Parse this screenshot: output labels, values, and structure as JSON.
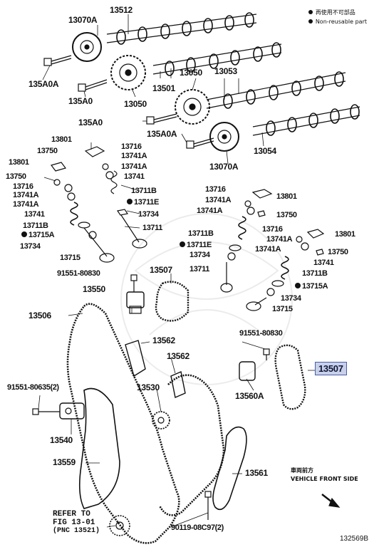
{
  "legend": {
    "jp": "再使用不可部品",
    "en": "Non-reusable part"
  },
  "labels": {
    "p13070A_top": "13070A",
    "p13512": "13512",
    "p135A0A_left": "135A0A",
    "p135A0": "135A0",
    "p13050_left": "13050",
    "p13501": "13501",
    "p13050_right": "13050",
    "p13053": "13053",
    "p135A0_mid": "135A0",
    "p135A0A_mid": "135A0A",
    "p13054": "13054",
    "p13070A_mid": "13070A",
    "p13801_a": "13801",
    "p13750_a": "13750",
    "p13716_a": "13716",
    "p13741A_a1": "13741A",
    "p13741A_a2": "13741A",
    "p13801_b": "13801",
    "p13750_b": "13750",
    "p13741_a": "13741",
    "p13716_b": "13716",
    "p13741A_b1": "13741A",
    "p13741A_b2": "13741A",
    "p13711B_a": "13711B",
    "p13741_b": "13741",
    "p13711E_a": "13711E",
    "p13711B_b": "13711B",
    "p13734_a": "13734",
    "p13715A_a": "13715A",
    "p13711_a": "13711",
    "p13734_b": "13734",
    "p13715_a": "13715",
    "p13716_c": "13716",
    "p13741A_c1": "13741A",
    "p13801_c": "13801",
    "p13741A_c2": "13741A",
    "p13750_c": "13750",
    "p13711B_c": "13711B",
    "p13716_d": "13716",
    "p13801_d": "13801",
    "p13711E_b": "13711E",
    "p13741A_d1": "13741A",
    "p13741A_d2": "13741A",
    "p13734_c": "13734",
    "p13750_d": "13750",
    "p13741_c": "13741",
    "p13711_b": "13711",
    "p13711B_d": "13711B",
    "p13715A_b": "13715A",
    "p13734_d": "13734",
    "p13715_b": "13715",
    "p91551_80830_a": "91551-80830",
    "p13507_left": "13507",
    "p13550": "13550",
    "p13506": "13506",
    "p13562_a": "13562",
    "p91551_80830_b": "91551-80830",
    "p13562_b": "13562",
    "p13507_hl": "13507",
    "p91551_80635": "91551-80635(2)",
    "p13530": "13530",
    "p13560A": "13560A",
    "p13540": "13540",
    "p13559": "13559",
    "p13561": "13561",
    "p90119": "90119-08C97(2)"
  },
  "refer": {
    "line1": "REFER TO",
    "line2": "FIG 13-01",
    "line3": "(PNC 13521)"
  },
  "vehicle_front": {
    "jp": "車両前方",
    "en": "VEHICLE FRONT SIDE"
  },
  "figure_code": "132569B",
  "colors": {
    "highlight_fill": "#c8d0ea",
    "highlight_border": "#4a5fa8",
    "ink": "#111111"
  }
}
